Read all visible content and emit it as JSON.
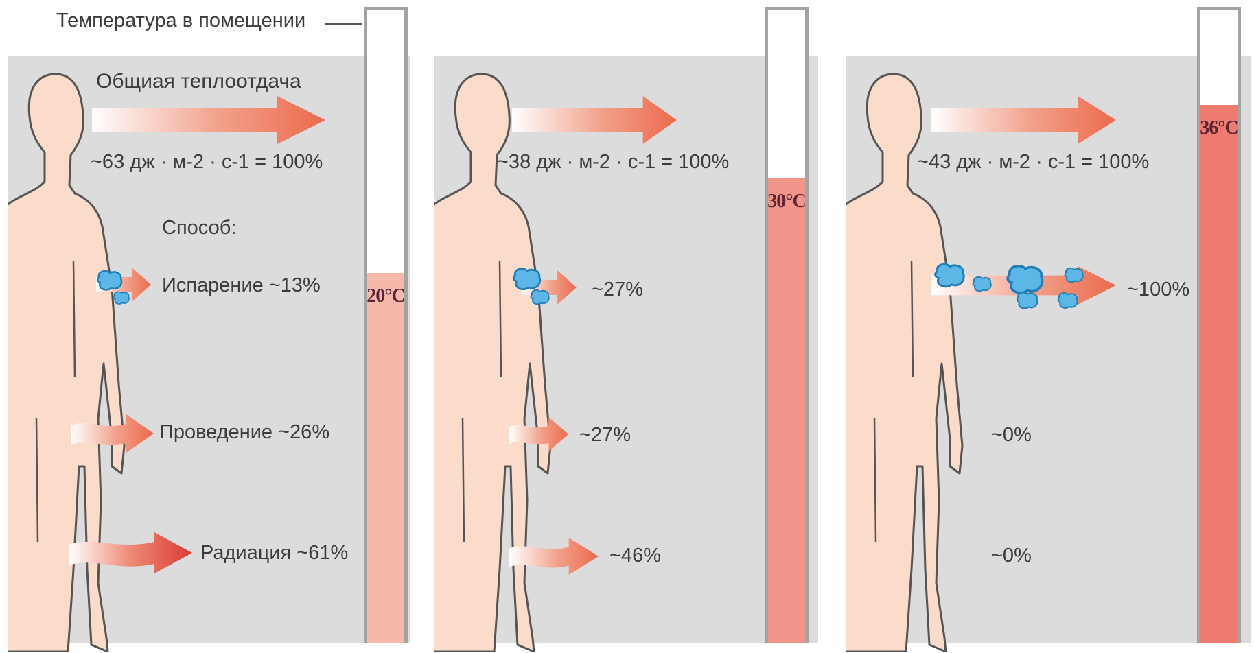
{
  "room_label": "Температура в помещении",
  "panels": [
    {
      "temperature": "20°C",
      "fill_fraction": 0.585,
      "fill_color": "#f5b8ab",
      "total_title": "Общиая теплоотдача",
      "total_value": "~63 дж · м-2 · с-1 = 100%",
      "method_label": "Способ:",
      "evaporation": "Испарение ~13%",
      "conduction": "Проведение ~26%",
      "radiation": "Радиация ~61%"
    },
    {
      "temperature": "30°C",
      "fill_fraction": 0.735,
      "fill_color": "#f3948a",
      "total_value": "~38 дж · м-2 · с-1 = 100%",
      "evaporation": "~27%",
      "conduction": "~27%",
      "radiation": "~46%"
    },
    {
      "temperature": "36°C",
      "fill_fraction": 0.85,
      "fill_color": "#ee7b70",
      "total_value": "~43 дж · м-2 · с-1 = 100%",
      "evaporation": "~100%",
      "conduction": "~0%",
      "radiation": "~0%"
    }
  ],
  "colors": {
    "panel_bg": "#dcdcdc",
    "body_skin": "#fbdccb",
    "body_outline": "#555555",
    "arrow_red": "#ec6a4c",
    "water_blue": "#5cb7e6",
    "water_outline": "#1f7fb5"
  },
  "icons": {
    "human": "human-figure-icon",
    "heat_arrow": "heat-arrow-icon",
    "sweat_drops": "sweat-drops-icon"
  }
}
